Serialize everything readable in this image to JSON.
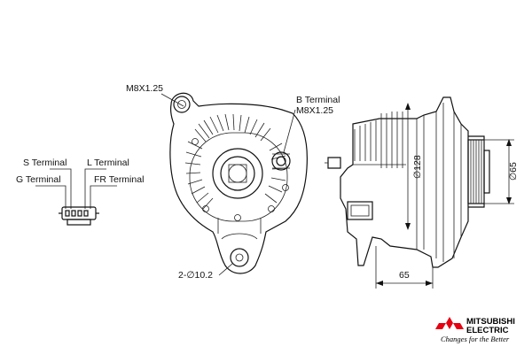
{
  "labels": {
    "m8_top": "M8X1.25",
    "b_terminal": "B Terminal",
    "b_thread": "M8X1.25",
    "s_terminal": "S Terminal",
    "l_terminal": "L Terminal",
    "g_terminal": "G Terminal",
    "fr_terminal": "FR Terminal",
    "mount_hole": "2-∅10.2"
  },
  "dimensions": {
    "body_diameter": "∅128",
    "pulley_diameter": "∅65",
    "length": "65"
  },
  "brand": {
    "name_line1": "MITSUBISHI",
    "name_line2": "ELECTRIC",
    "tagline": "Changes for the Better",
    "logo_color": "#e60012"
  }
}
